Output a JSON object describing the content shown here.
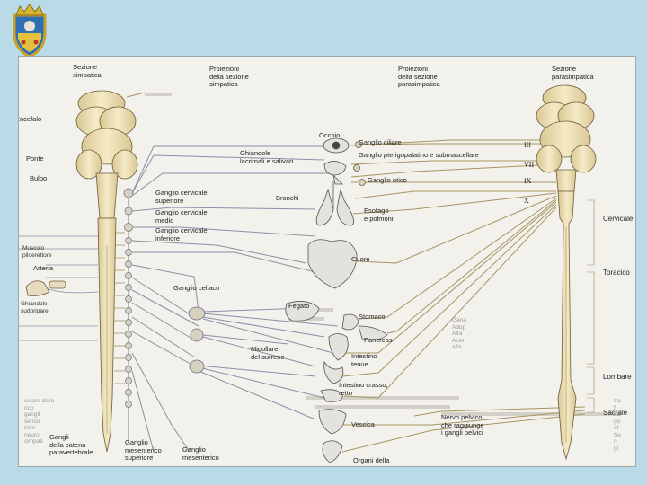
{
  "header_emblem": "coat-of-arms-icon",
  "colors": {
    "background": "#b9dbe8",
    "panel": "#f3f1ec",
    "spine": "#eee1b4",
    "sympathetic": "#8a8fa6",
    "parasympathetic": "#a89462"
  },
  "column_titles": {
    "left": "Sezione\nsimpatica",
    "proj_left": "Proiezioni\ndella sezione\nsimpatica",
    "proj_right": "Proiezioni\ndella sezione\nparasimpatica",
    "right": "Sezione\nparasimpatica"
  },
  "brain_labels": {
    "encefalo": "Encefalo",
    "ponte": "Ponte",
    "bulbo": "Bulbo"
  },
  "side_labels": {
    "muscolo": "Muscolo\npiloerettore",
    "arteria": "Arteria",
    "ghiandole_sudoripare": "Ghiandole\nsudoripare"
  },
  "ganglia": {
    "cervicale_superiore": "Ganglio cervicale\nsuperiore",
    "cervicale_medio": "Ganglio cervicale\nmedio",
    "cervicale_inferiore": "Ganglio cervicale\ninferiore",
    "celiaco": "Ganglio celiaco",
    "catena": "Gangli\ndella catena\nparavertebrale",
    "mes_sup": "Ganglio\nmesenterico\nsuperiore",
    "mes_inf": "Ganglio\nmesenterico"
  },
  "organs": {
    "occhio": "Occhio",
    "ghiandole": "Ghiandole\nlacrimali e salivari",
    "bronchi": "Bronchi",
    "esofago": "Esofago\ne polmoni",
    "cuore": "Cuore",
    "fegato": "Fegato",
    "stomaco": "Stomaco",
    "pancreas": "Pancreas",
    "midollare": "Midollare\ndel surrene",
    "intestino_tenue": "Intestino\ntenue",
    "intestino_crasso": "Intestino crasso,\nretto",
    "vescica": "Vescica",
    "organi": "Organi della"
  },
  "para_ganglia": {
    "ciliare": "Ganglio ciliare",
    "pterigo": "Ganglio pterigopalatino e submascellare",
    "otico": "Ganglio otico",
    "pelvico": "Nervo pelvico,\nche raggiunge\ni gangli pelvici"
  },
  "cranial_nerves": [
    "III",
    "VII",
    "IX",
    "X"
  ],
  "regions": [
    "Cervicale",
    "Toracico",
    "Lombare",
    "Sacrale"
  ],
  "background_fragments": {
    "a": "Gana\nAdop\nAlfa\nAcet\nalfa",
    "b": "colare della\nrico\ngangli\nsenso\nrichi\nneuro\nsimpati",
    "c": "tra\nfi\nac\ngo\nat\nSe\nn\ngi"
  }
}
